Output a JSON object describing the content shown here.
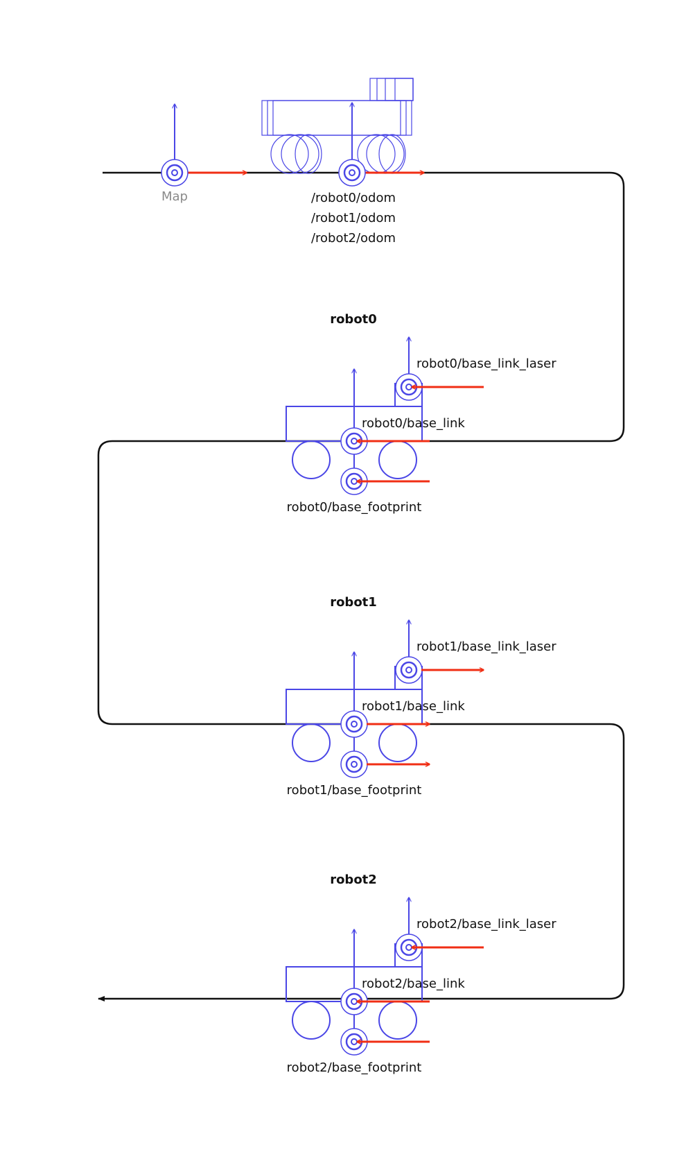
{
  "colors": {
    "frame": "#4a46e6",
    "x_axis": "#f02e14",
    "path": "#111111",
    "map_label": "#8a8a8a"
  },
  "labels": {
    "map": "Map",
    "odom": [
      "/robot0/odom",
      "/robot1/odom",
      "/robot2/odom"
    ]
  },
  "robots": [
    {
      "title": "robot0",
      "laser": "robot0/base_link_laser",
      "link": "robot0/base_link",
      "footprint": "robot0/base_footprint",
      "x_axis": "left"
    },
    {
      "title": "robot1",
      "laser": "robot1/base_link_laser",
      "link": "robot1/base_link",
      "footprint": "robot1/base_footprint",
      "x_axis": "right"
    },
    {
      "title": "robot2",
      "laser": "robot2/base_link_laser",
      "link": "robot2/base_link",
      "footprint": "robot2/base_footprint",
      "x_axis": "left"
    }
  ]
}
